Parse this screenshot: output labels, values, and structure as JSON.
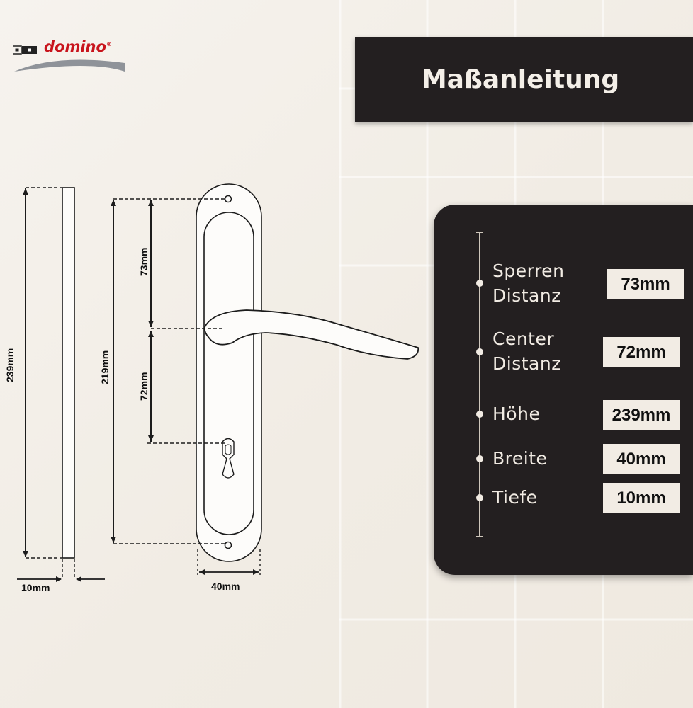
{
  "brand": {
    "name": "domino",
    "registered": "®"
  },
  "title": "Maßanleitung",
  "diagram": {
    "dims": {
      "total_height": "239mm",
      "hole_distance": "219mm",
      "sperren_distance": "73mm",
      "center_distance": "72mm",
      "depth": "10mm",
      "width": "40mm"
    }
  },
  "specs": [
    {
      "label_line1": "Sperren",
      "label_line2": "Distanz",
      "value": "73mm"
    },
    {
      "label_line1": "Center",
      "label_line2": "Distanz",
      "value": "72mm"
    },
    {
      "label_line1": "Höhe",
      "label_line2": "",
      "value": "239mm"
    },
    {
      "label_line1": "Breite",
      "label_line2": "",
      "value": "40mm"
    },
    {
      "label_line1": "Tiefe",
      "label_line2": "",
      "value": "10mm"
    }
  ],
  "colors": {
    "panel": "#231f20",
    "panel_text": "#f1ebe3",
    "value_box": "#f2ece4",
    "brand_red": "#c8141c"
  }
}
